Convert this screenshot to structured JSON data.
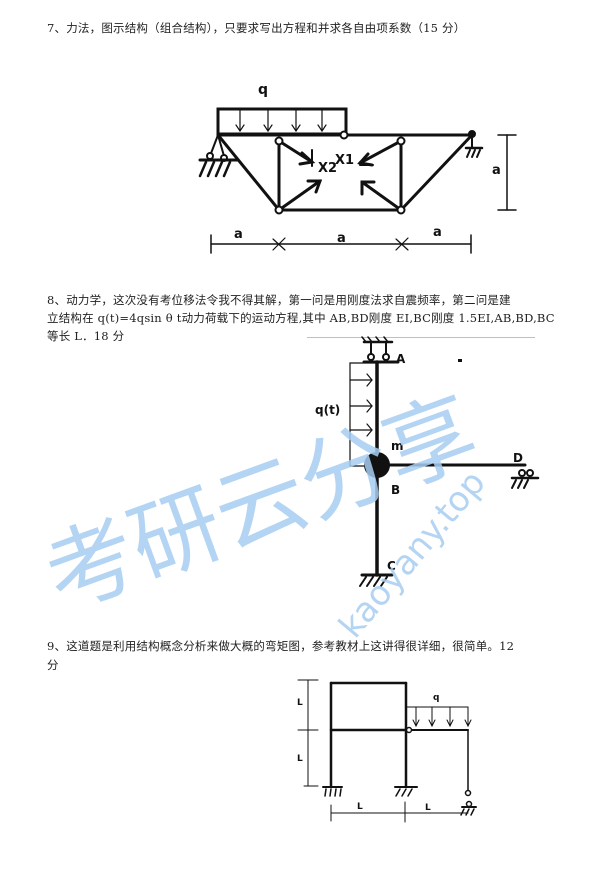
{
  "questions": [
    {
      "number": "7",
      "text": "7、力法，图示结构（组合结构），只要求写出方程和并求各自由项系数（15 分）",
      "figure": {
        "load_label": "q",
        "unknown_1": "X1",
        "unknown_2": "X2",
        "height_label": "a",
        "span_labels": [
          "a",
          "a",
          "a"
        ]
      }
    },
    {
      "number": "8",
      "line1": "8、动力学，这次没有考位移法令我不得其解，第一问是用刚度法求自震频率，第二问是建",
      "line2": "立结构在 q(t)=4qsin θ t动力荷载下的运动方程,其中 AB,BD刚度 EI,BC刚度 1.5EI,AB,BD,BC",
      "line3": "等长 L．18 分",
      "figure": {
        "load_label": "q(t)",
        "mass_label": "m",
        "node_a": "A",
        "node_b": "B",
        "node_c": "C",
        "node_d": "D"
      }
    },
    {
      "number": "9",
      "line1": "9、这道题是利用结构概念分析来做大概的弯矩图，参考教材上这讲得很详细，很简单。12",
      "line2": "分",
      "figure": {
        "load_label": "q",
        "height_labels": [
          "L",
          "L"
        ],
        "span_labels": [
          "L",
          "L"
        ]
      }
    }
  ],
  "watermark": {
    "chinese": "考研云分享",
    "url": "kaoyany.top",
    "color": "#a8cdf2"
  }
}
